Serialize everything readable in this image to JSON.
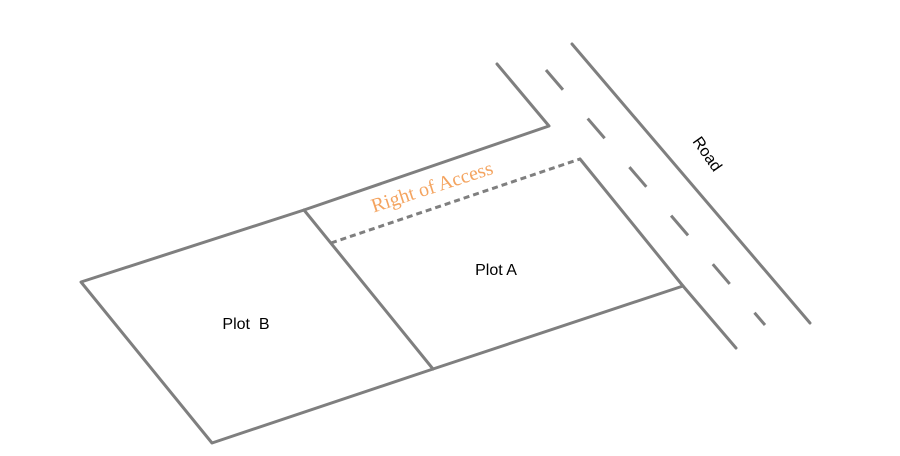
{
  "labels": {
    "plot_a": "Plot A",
    "plot_b": "Plot  B",
    "right_of_access": "Right of Access",
    "road": "Road"
  },
  "colors": {
    "lines": "#7f7f7f",
    "access_text": "#f4a460",
    "text": "#000000"
  }
}
